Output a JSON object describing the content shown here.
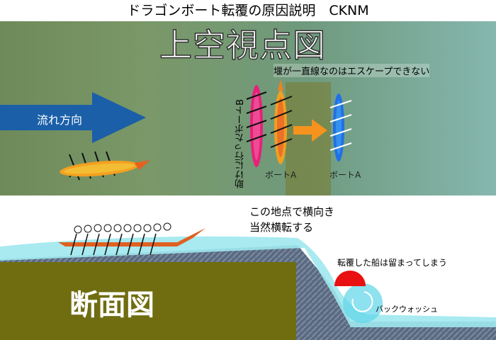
{
  "title": "ドラゴンボート転覆の原因説明　CKNM",
  "plan_view": {
    "label": "上空視点図",
    "flow_direction": "流れ方向",
    "weir_note": "堰が一直線なのはエスケープできない",
    "helper_boat": "助けに行ったボートB",
    "boat_a_1": "ボートA",
    "boat_a_2": "ボートA"
  },
  "section_view": {
    "label": "断面図",
    "spot_note_1": "この地点で横向き",
    "spot_note_2": "当然横転する",
    "capsize_note": "転覆した船は留まってしまう",
    "backwash": "バックウォッシュ"
  },
  "colors": {
    "water_plan": "#6f8a5a",
    "arrow_flow": "#1a5fa8",
    "arrow_orange": "#f5931e",
    "weir_band": "#7a7a2a",
    "ground": "#6f6d10",
    "water_section": "#9ee8ee",
    "rock": "#5a6a80",
    "hazard_red": "#e81010"
  }
}
